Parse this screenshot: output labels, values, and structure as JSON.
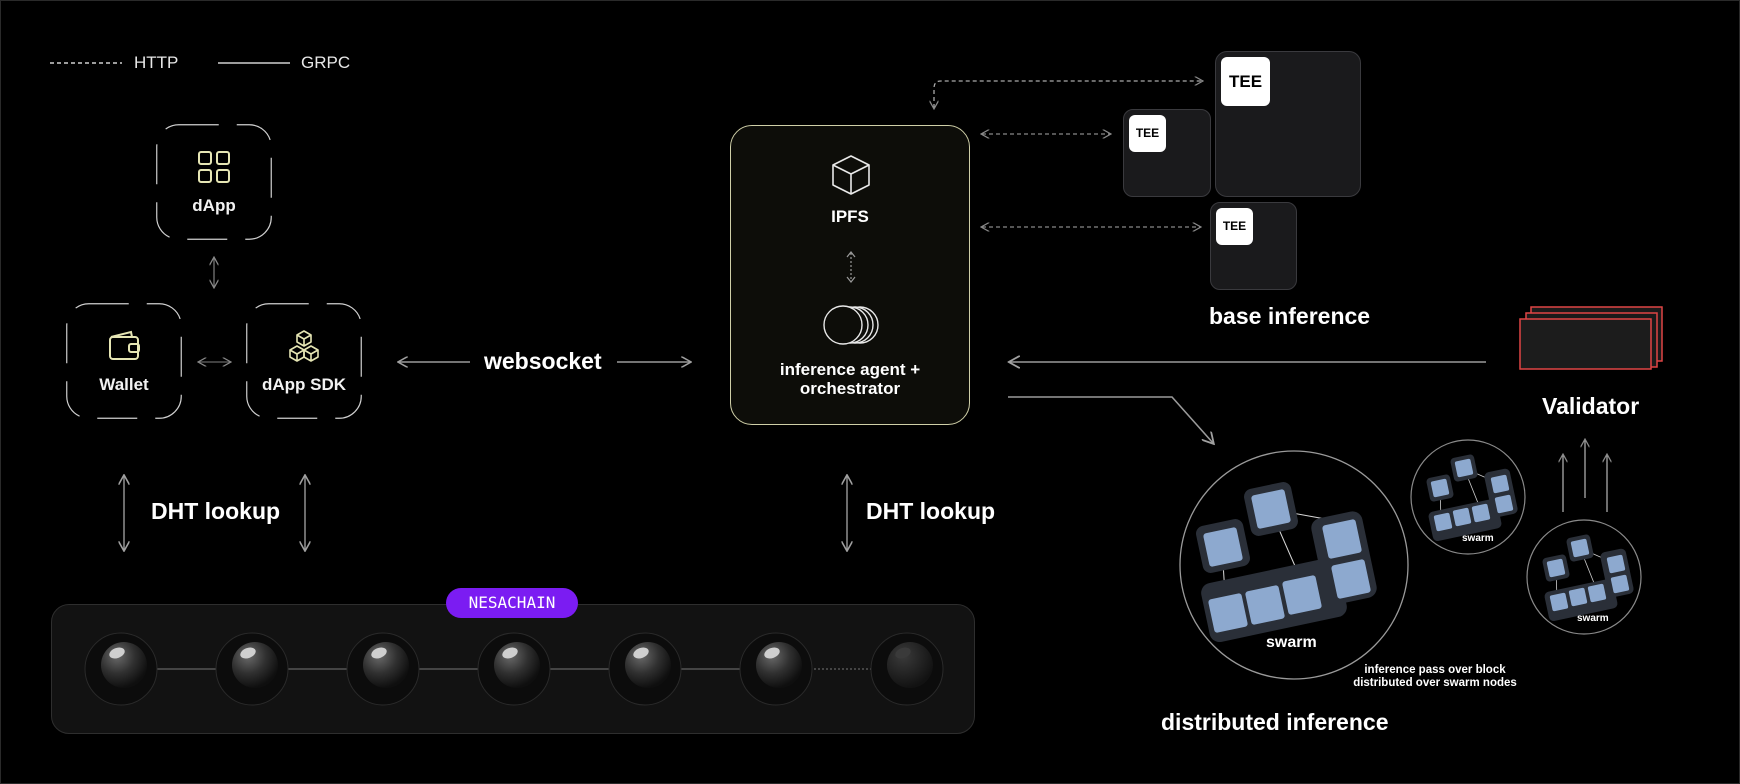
{
  "legend": {
    "http_label": "HTTP",
    "grpc_label": "GRPC"
  },
  "nodes": {
    "dapp": "dApp",
    "wallet": "Wallet",
    "dapp_sdk": "dApp SDK"
  },
  "connections": {
    "websocket": "websocket",
    "dht_lookup_left": "DHT lookup",
    "dht_lookup_right": "DHT lookup"
  },
  "orchestrator": {
    "ipfs": "IPFS",
    "agent_line1": "inference agent +",
    "agent_line2": "orchestrator"
  },
  "base_inference": {
    "title": "base inference",
    "tee_labels": [
      "TEE",
      "TEE",
      "TEE"
    ]
  },
  "validator": {
    "title": "Validator"
  },
  "distributed_inference": {
    "title": "distributed inference",
    "swarm_main": "swarm",
    "swarm_small_1": "swarm",
    "swarm_small_2": "swarm",
    "note_line1": "inference pass over block",
    "note_line2": "distributed over swarm nodes"
  },
  "chain": {
    "badge": "NESACHAIN",
    "block_count": 7
  },
  "colors": {
    "background": "#000000",
    "orchestrator_border": "#cfcfa8",
    "nesachain_badge": "#7b1cf2",
    "validator_border": "#e04545",
    "swarm_block": "#8da9cf"
  }
}
